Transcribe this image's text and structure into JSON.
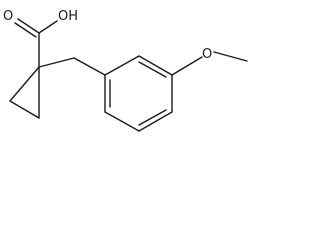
{
  "molecule": {
    "atoms": {
      "hydroxyl": "OH",
      "carbonyl_oxygen": "O",
      "methoxy_oxygen": "O"
    }
  }
}
